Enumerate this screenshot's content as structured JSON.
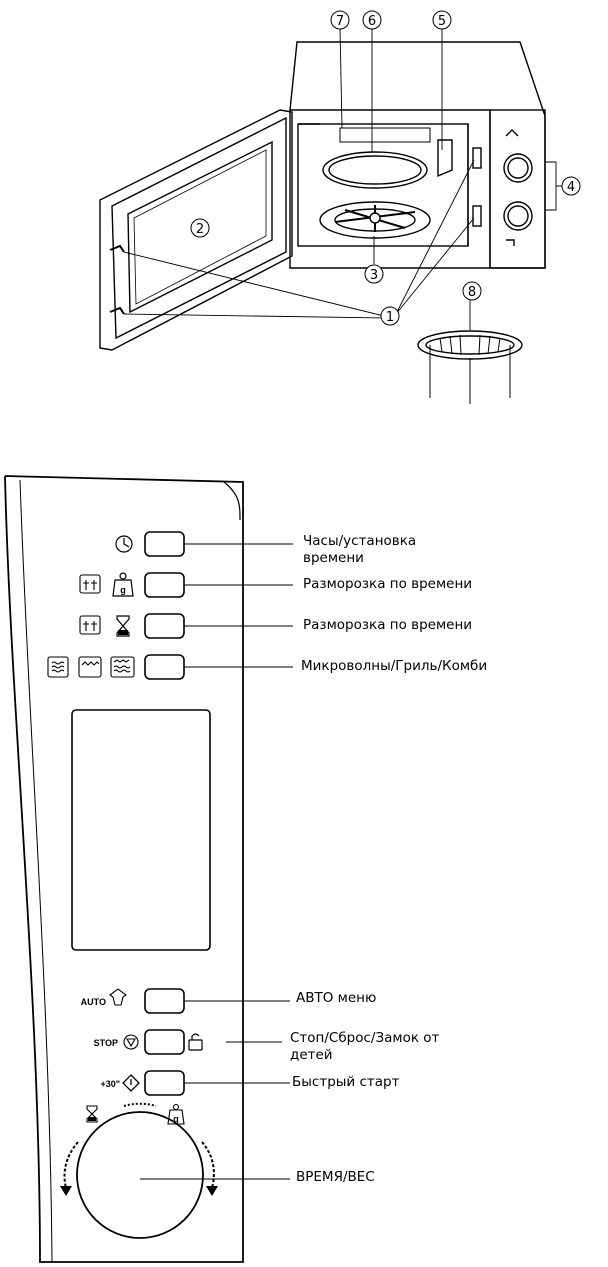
{
  "microwave": {
    "callouts": [
      "1",
      "2",
      "3",
      "4",
      "5",
      "6",
      "7",
      "8"
    ]
  },
  "panel": {
    "icons": {
      "auto": "AUTO",
      "stop": "STOP",
      "plus30": "+30\"",
      "weight": "g"
    },
    "labels": {
      "clock_line1": "Часы/установка",
      "clock_line2": "времени",
      "defrost_weight": "Разморозка по времени",
      "defrost_time": "Разморозка по времени",
      "mode": "Микроволны/Гриль/Комби",
      "auto": "АВТО меню",
      "stop_line1": "Стоп/Сброс/Замок от",
      "stop_line2": "детей",
      "quick_start": "Быстрый старт",
      "dial": "ВРЕМЯ/ВЕС"
    }
  }
}
